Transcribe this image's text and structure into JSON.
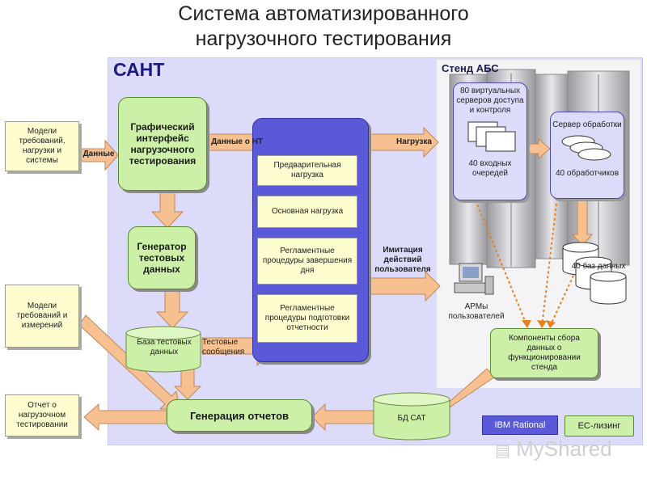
{
  "title": {
    "line1": "Система автоматизированного",
    "line2": "нагрузочного тестирования"
  },
  "sant": {
    "label": "САНТ"
  },
  "stend": {
    "label": "Стенд АБС"
  },
  "inputs": {
    "models_load": "Модели требований, нагрузки и системы",
    "models_measure": "Модели требований и измерений",
    "report_out": "Отчет о нагрузочном тестировании"
  },
  "blocks": {
    "gui": "Графический интерфейс нагрузочного тестирования",
    "generator": "Генератор тестовых данных",
    "reports": "Генерация отчетов",
    "test_db": "База тестовых данных",
    "bd_sat": "БД САТ"
  },
  "load_types": [
    "Предварительная нагрузка",
    "Основная нагрузка",
    "Регламентные процедуры завершения дня",
    "Регламентные процедуры подготовки отчетности"
  ],
  "arrow_labels": {
    "data": "Данные",
    "data_nt": "Данные о НТ",
    "load": "Нагрузка",
    "imitation": "Имитация действий пользователя",
    "test_messages": "Тестовые сообщения"
  },
  "stend_items": {
    "virtual_servers": "80 виртуальных серверов доступа и контроля",
    "input_queues": "40 входных очередей",
    "server_processing": "Сервер обработки",
    "handlers": "40 обработчиков",
    "databases": "40 баз данных",
    "arm": "АРМы пользователей",
    "collectors": "Компоненты сбора данных о функционировании стенда"
  },
  "badges": {
    "ibm": "IBM Rational",
    "es": "ЕС-лизинг"
  },
  "watermark": "MyShared",
  "colors": {
    "panel": "#dcdcfa",
    "green_box": "#cdf0a8",
    "blue_box": "#5a5ad8",
    "arrow": "#f7c090",
    "doc": "#fdfdd0",
    "dotted": "#e88020"
  }
}
